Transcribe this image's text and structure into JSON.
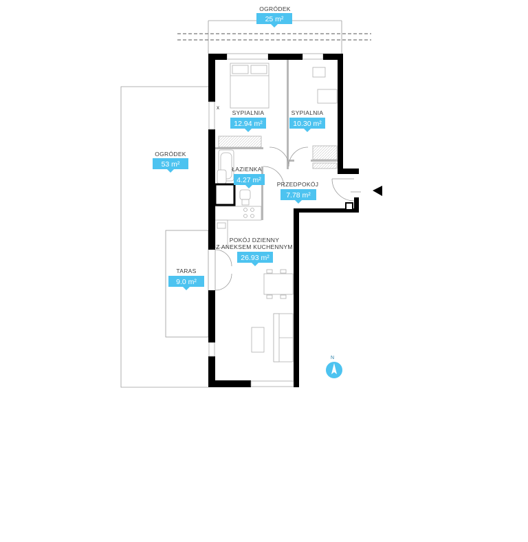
{
  "rooms": {
    "garden_top": {
      "label": "OGRÓDEK",
      "area": "25 m²"
    },
    "garden_left": {
      "label": "OGRÓDEK",
      "area": "53 m²"
    },
    "bedroom_1": {
      "label": "SYPIALNIA",
      "area": "12.94 m²"
    },
    "bedroom_2": {
      "label": "SYPIALNIA",
      "area": "10.30 m²"
    },
    "bathroom": {
      "label": "ŁAZIENKA",
      "area": "4.27 m²"
    },
    "hallway": {
      "label": "PRZEDPOKÓJ",
      "area": "7.78 m²"
    },
    "living": {
      "label_line1": "POKÓJ DZIENNY",
      "label_line2": "Z ANEKSEM KUCHENNYM",
      "area": "26.93 m²"
    },
    "terrace": {
      "label": "TARAS",
      "area": "9.0 m²"
    }
  },
  "compass": {
    "letter": "N"
  },
  "marks": {
    "window_marker": "x"
  },
  "colors": {
    "badge": "#4dc3f0",
    "wall": "#000000",
    "line": "#9a9a9a"
  },
  "icons": {
    "entrance": "entrance-arrow-icon",
    "compass": "compass-icon"
  }
}
